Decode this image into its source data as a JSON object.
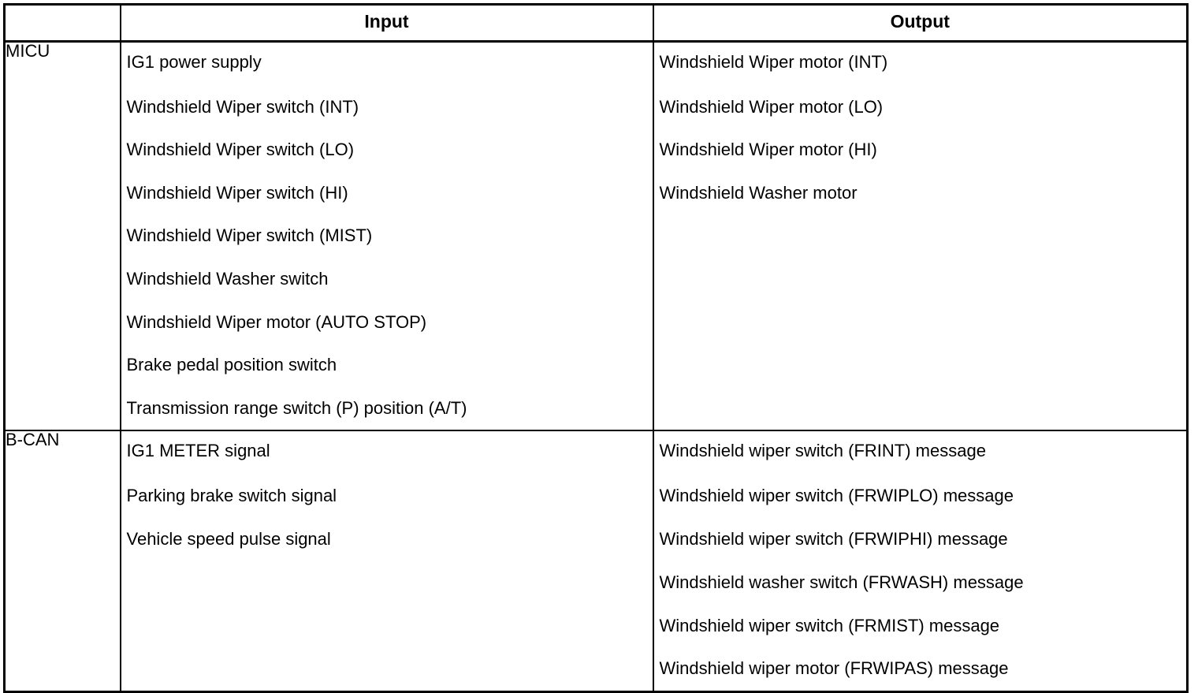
{
  "table": {
    "columns": {
      "system_header": "",
      "input_header": "Input",
      "output_header": "Output"
    },
    "rows": [
      {
        "system": "MICU",
        "inputs": [
          "IG1 power supply",
          "Windshield Wiper switch (INT)",
          "Windshield Wiper switch (LO)",
          "Windshield Wiper switch (HI)",
          "Windshield Wiper switch (MIST)",
          "Windshield Washer switch",
          "Windshield Wiper motor (AUTO STOP)",
          "Brake pedal position switch",
          "Transmission range switch (P) position (A/T)"
        ],
        "outputs": [
          "Windshield Wiper motor (INT)",
          "Windshield Wiper motor (LO)",
          "Windshield Wiper motor (HI)",
          "Windshield Washer motor"
        ]
      },
      {
        "system": "B-CAN",
        "inputs": [
          "IG1 METER signal",
          "Parking brake switch signal",
          "Vehicle speed pulse signal"
        ],
        "outputs": [
          "Windshield wiper switch (FRINT) message",
          "Windshield wiper switch (FRWIPLO) message",
          "Windshield wiper switch (FRWIPHI) message",
          "Windshield washer switch (FRWASH) message",
          "Windshield wiper switch (FRMIST) message",
          "Windshield wiper motor (FRWIPAS) message"
        ]
      }
    ]
  },
  "style": {
    "border_color": "#000000",
    "text_color": "#000000",
    "background": "#ffffff"
  }
}
